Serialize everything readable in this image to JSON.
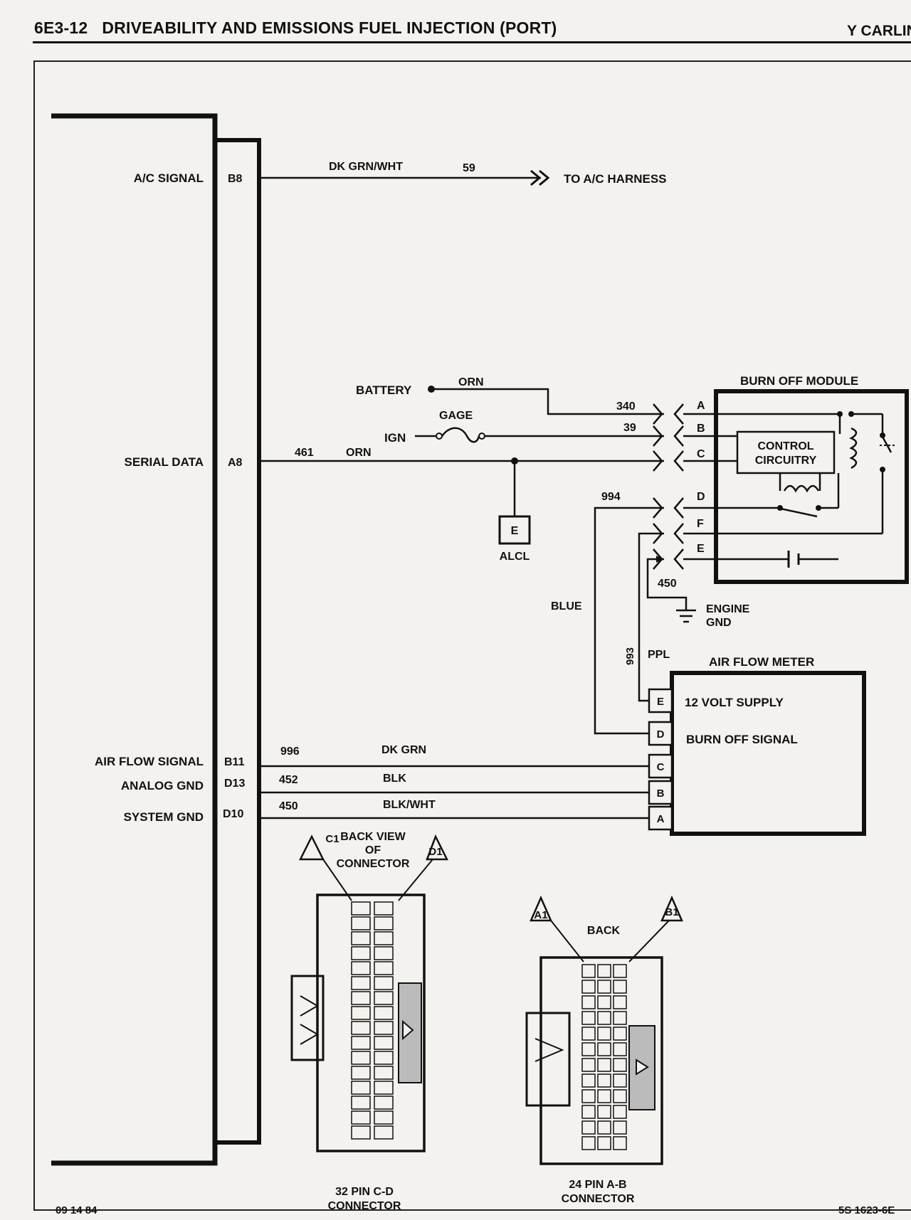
{
  "header": {
    "page_number": "6E3-12",
    "title": "DRIVEABILITY AND EMISSIONS FUEL INJECTION (PORT)",
    "right_label": "Y CARLIN"
  },
  "ecm_pins": {
    "ac_signal": {
      "label": "A/C SIGNAL",
      "pin": "B8"
    },
    "serial_data": {
      "label": "SERIAL DATA",
      "pin": "A8"
    },
    "air_flow_signal": {
      "label": "AIR FLOW SIGNAL",
      "pin": "B11"
    },
    "analog_gnd": {
      "label": "ANALOG GND",
      "pin": "D13"
    },
    "system_gnd": {
      "label": "SYSTEM GND",
      "pin": "D10"
    }
  },
  "wires": {
    "ac_color": "DK GRN/WHT",
    "ac_circuit": "59",
    "ac_destination": "TO A/C HARNESS",
    "battery": "BATTERY",
    "battery_color": "ORN",
    "gage": "GAGE",
    "ign": "IGN",
    "circuit_340": "340",
    "circuit_39": "39",
    "serial_circuit": "461",
    "serial_color": "ORN",
    "circuit_994": "994",
    "blue": "BLUE",
    "circuit_993": "993",
    "ppl": "PPL",
    "circuit_450_top": "450",
    "engine_gnd_1": "ENGINE",
    "engine_gnd_2": "GND",
    "airflow_circuit": "996",
    "airflow_color": "DK GRN",
    "analog_circuit": "452",
    "analog_color": "BLK",
    "system_circuit": "450",
    "system_color": "BLK/WHT"
  },
  "alcl": {
    "terminal": "E",
    "label": "ALCL"
  },
  "burn_off_module": {
    "title": "BURN OFF MODULE",
    "circuit_1": "CONTROL",
    "circuit_2": "CIRCUITRY",
    "terminals": {
      "a": "A",
      "b": "B",
      "c": "C",
      "d": "D",
      "f": "F",
      "e": "E"
    }
  },
  "air_flow_meter": {
    "title": "AIR FLOW METER",
    "supply": "12 VOLT SUPPLY",
    "burn_off_signal": "BURN OFF SIGNAL",
    "terminals": {
      "e": "E",
      "d": "D",
      "c": "C",
      "b": "B",
      "a": "A"
    }
  },
  "connector_cd": {
    "back_view_1": "BACK VIEW",
    "back_view_2": "OF",
    "back_view_3": "CONNECTOR",
    "c1": "C1",
    "d1": "D1",
    "caption_1": "32 PIN C-D",
    "caption_2": "CONNECTOR"
  },
  "connector_ab": {
    "back": "BACK",
    "a1": "A1",
    "b1": "B1",
    "caption_1": "24 PIN A-B",
    "caption_2": "CONNECTOR"
  },
  "footer": {
    "date": "09 14 84",
    "code": "5S 1623-6E"
  }
}
